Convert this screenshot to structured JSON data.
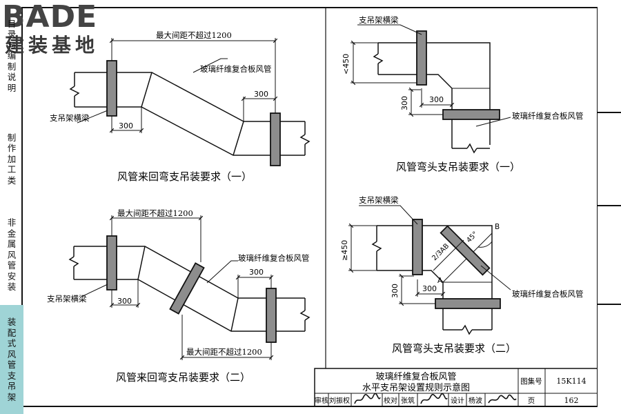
{
  "watermark": {
    "brand": "BADE",
    "subtitle": "建装基地"
  },
  "sidebar": [
    {
      "label": "目录与编制说明",
      "active": false
    },
    {
      "label": "制作加工类",
      "active": false
    },
    {
      "label": "非金属风管安装",
      "active": false
    },
    {
      "label": "装配式风管支吊架",
      "active": true
    }
  ],
  "diagrams": {
    "d1": {
      "caption": "风管来回弯支吊装要求（一）",
      "max_spacing": "最大间距不超过1200",
      "duct_label": "玻璃纤维复合板风管",
      "hanger_label": "支吊架横梁",
      "dim_a": "300",
      "dim_b": "300"
    },
    "d2": {
      "caption": "风管来回弯支吊装要求（二）",
      "max_spacing_top": "最大间距不超过1200",
      "max_spacing_bottom": "最大间距不超过1200",
      "duct_label": "玻璃纤维复合板风管",
      "hanger_label": "支吊架横梁",
      "dim_a": "300",
      "dim_b": "300"
    },
    "d3": {
      "caption": "风管弯头支吊装要求（一）",
      "hanger_label": "支吊架横梁",
      "duct_label": "玻璃纤维复合板风管",
      "dim_v": "<450",
      "dim_a": "300",
      "dim_b": "300"
    },
    "d4": {
      "caption": "风管弯头支吊装要求（二）",
      "hanger_label": "支吊架横梁",
      "duct_label": "玻璃纤维复合板风管",
      "dim_v": "≥450",
      "dim_a": "300",
      "dim_b": "300",
      "ratio": "2/3AB",
      "angle": "45°",
      "point_a": "A",
      "point_b": "B"
    }
  },
  "title_block": {
    "title_line1": "玻璃纤维复合板风管",
    "title_line2": "水平支吊架设置规则示意图",
    "atlas_label": "图集号",
    "atlas_no": "15K114",
    "review_label": "审核",
    "reviewer": "刘振权",
    "check_label": "校对",
    "checker": "张筑",
    "design_label": "设计",
    "designer": "杨波",
    "page_label": "页",
    "page_no": "162"
  }
}
